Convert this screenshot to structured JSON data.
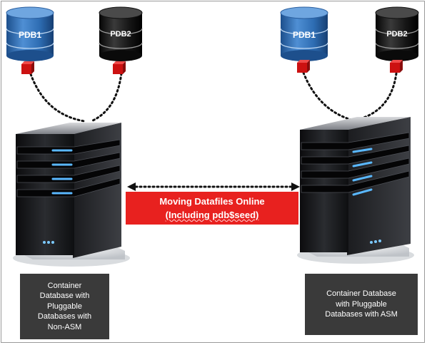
{
  "left": {
    "databases": [
      {
        "label": "PDB1",
        "color": "#2f6fb4"
      },
      {
        "label": "PDB2",
        "color": "#1a1a1a"
      }
    ],
    "caption_lines": [
      "Container",
      "Database with",
      "Pluggable",
      "Databases with",
      "Non-ASM"
    ]
  },
  "right": {
    "databases": [
      {
        "label": "PDB1",
        "color": "#2f6fb4"
      },
      {
        "label": "PDB2",
        "color": "#1a1a1a"
      }
    ],
    "caption_lines": [
      "Container Database",
      "with Pluggable",
      "Databases with ASM"
    ]
  },
  "banner": {
    "line1": "Moving Datafiles Online",
    "line2": "(Including pdb$seed)",
    "color": "#e8211f"
  },
  "colors": {
    "connector": "#cc1111",
    "server_light": "#5ab8ff",
    "caption_bg": "#3a3a3a"
  }
}
